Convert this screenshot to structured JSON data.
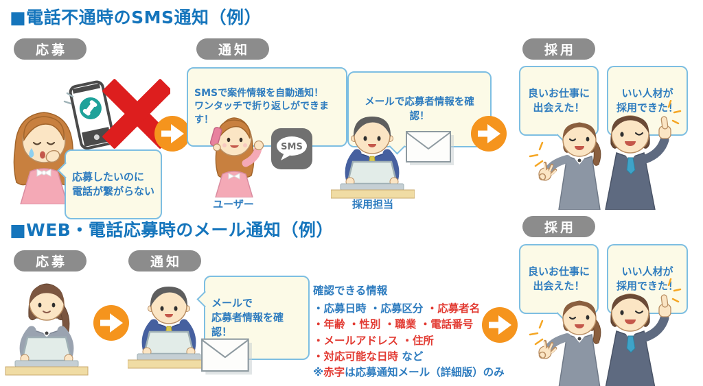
{
  "colors": {
    "title_blue": "#1575BC",
    "pill_gray": "#8C8C8C",
    "bubble_bg": "#FCFAE7",
    "bubble_border": "#7DBEE2",
    "text_blue": "#2E7CBF",
    "text_red": "#E23B33",
    "arrow_orange": "#F5941D",
    "x_mark_red": "#DD1E1E",
    "sms_badge_gray": "#707070"
  },
  "sections": {
    "top": {
      "title": "■電話不通時のSMS通知（例）",
      "steps": [
        {
          "label": "応募"
        },
        {
          "label": "通知"
        },
        {
          "label": "採用"
        }
      ],
      "bubbles": {
        "cannot_connect": "応募したいのに\n電話が繋がらない",
        "sms_notify": "SMSで案件情報を自動通知！\nワンタッチで折り返しができます！",
        "mail_check": "メールで応募者情報を確認！",
        "good_job": "良いお仕事に\n出会えた！",
        "good_hire": "いい人材が\n採用できた！"
      },
      "labels": {
        "user": "ユーザー",
        "recruiter": "採用担当"
      },
      "sms_badge": "SMS"
    },
    "bottom": {
      "title": "■WEB・電話応募時のメール通知（例）",
      "steps": [
        {
          "label": "応募"
        },
        {
          "label": "通知"
        },
        {
          "label": "採用"
        }
      ],
      "bubbles": {
        "mail_check": "メールで\n応募者情報を確認！",
        "good_job": "良いお仕事に\n出会えた！",
        "good_hire": "いい人材が\n採用できた！"
      },
      "info": {
        "heading": "確認できる情報",
        "lines": [
          [
            {
              "text": "・応募日時 ・応募区分 ",
              "color": "blue"
            },
            {
              "text": "・応募者名",
              "color": "red"
            }
          ],
          [
            {
              "text": "・年齢 ・性別 ・職業 ・電話番号",
              "color": "red"
            }
          ],
          [
            {
              "text": "・メールアドレス ・住所",
              "color": "red"
            }
          ],
          [
            {
              "text": "・対応可能な日時",
              "color": "red"
            },
            {
              "text": " など",
              "color": "blue"
            }
          ],
          [
            {
              "text": "※",
              "color": "blue"
            },
            {
              "text": "赤字",
              "color": "red"
            },
            {
              "text": "は応募通知メール（詳細版）のみ",
              "color": "blue"
            }
          ]
        ]
      }
    }
  }
}
